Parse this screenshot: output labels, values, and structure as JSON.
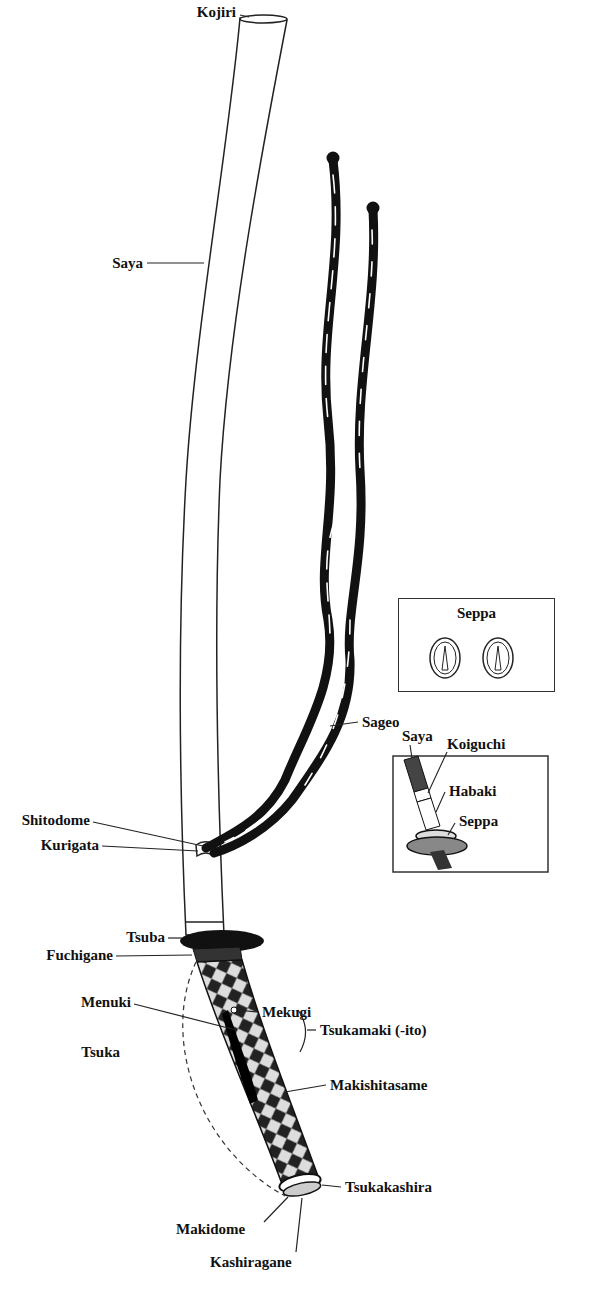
{
  "diagram": {
    "nodes": [
      {
        "text": [
          "Seppa"
        ]
      }
    ],
    "labels": [
      "Kojiri",
      "Saya",
      "Sageo",
      "Shitodome",
      "Kurigata",
      "Tsuba",
      "Fuchigane",
      "Menuki",
      "Mekugi",
      "Tsukamaki (-ito)",
      "Tsuka",
      "Makishitasame",
      "Tsukakashira",
      "Makidome",
      "Kashiragane",
      "Saya",
      "Koiguchi",
      "Habaki",
      "Seppa"
    ]
  }
}
